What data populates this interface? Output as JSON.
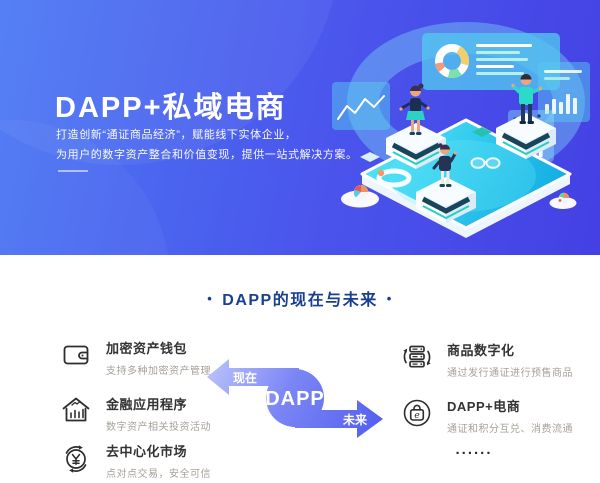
{
  "hero": {
    "title": "DAPP+私域电商",
    "subtitle_line1": "打造创新“通证商品经济”，赋能线下实体企业，",
    "subtitle_line2": "为用户的数字资产整合和价值变现，提供一站式解决方案。"
  },
  "section": {
    "bullet": "•",
    "heading": "DAPP的现在与未来",
    "center": {
      "now_label": "现在",
      "dapp_label": "DAPP",
      "future_label": "未来"
    },
    "left_items": [
      {
        "icon": "wallet-icon",
        "title": "加密资产钱包",
        "desc": "支持多种加密资产管理"
      },
      {
        "icon": "bank-chart-icon",
        "title": "金融应用程序",
        "desc": "数字资产相关投资活动"
      },
      {
        "icon": "yuan-exchange-icon",
        "title": "去中心化市场",
        "desc": "点对点交易，安全可信"
      }
    ],
    "right_items": [
      {
        "icon": "server-sync-icon",
        "title": "商品数字化",
        "desc": "通过发行通证进行预售商品"
      },
      {
        "icon": "ecommerce-bag-icon",
        "title": "DAPP+电商",
        "desc": "通证和积分互兑、消费流通"
      }
    ],
    "ellipsis": "......"
  },
  "colors": {
    "hero_gradient_start": "#4c79f4",
    "hero_gradient_end": "#4440e3",
    "heading_navy": "#1a3f90",
    "ribbon_light": "#c6cdfb",
    "ribbon_deep": "#4d59ee",
    "title_dark": "#333333",
    "desc_gray": "#a7a198",
    "platform_cyan": "#2bd0ef"
  }
}
